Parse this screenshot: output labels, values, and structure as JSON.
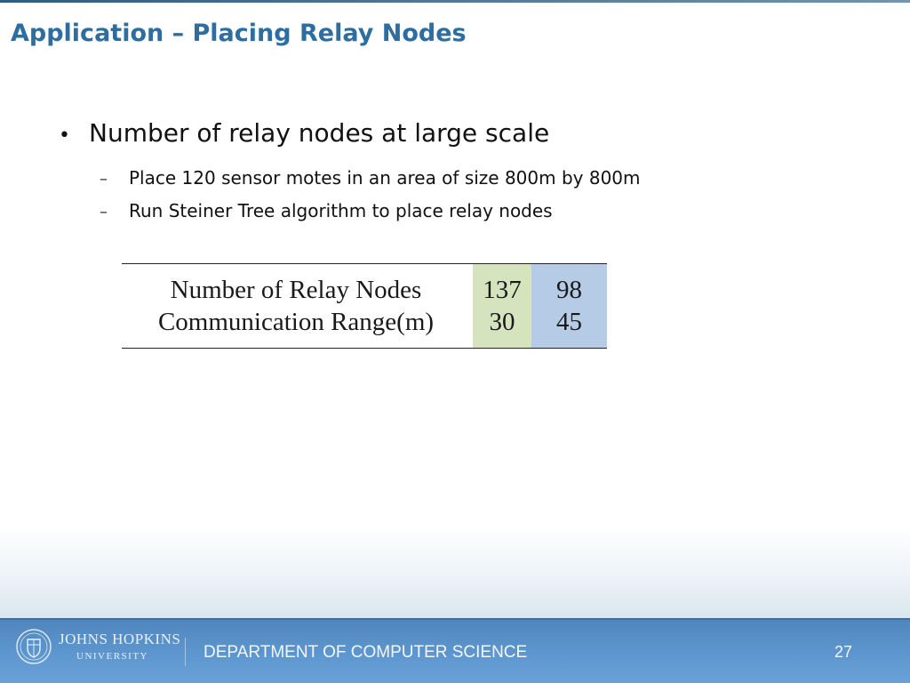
{
  "slide": {
    "title": "Application – Placing Relay Nodes",
    "bullets": [
      {
        "marker": "•",
        "text": "Number of relay nodes at large scale",
        "sub": [
          {
            "marker": "–",
            "text": "Place 120 sensor motes in an area of size 800m by 800m"
          },
          {
            "marker": "–",
            "text": "Run Steiner Tree algorithm to place relay nodes"
          }
        ]
      }
    ]
  },
  "table": {
    "rows": [
      {
        "label": "Number of Relay Nodes",
        "values": [
          "137",
          "98"
        ]
      },
      {
        "label": "Communication Range(m)",
        "values": [
          "30",
          "45"
        ]
      }
    ],
    "column_colors": [
      "#d6e3bf",
      "#b6cbe6"
    ]
  },
  "footer": {
    "university_name": "JOHNS HOPKINS",
    "university_sub": "UNIVERSITY",
    "department": "DEPARTMENT OF COMPUTER SCIENCE",
    "page_number": "27"
  },
  "colors": {
    "title": "#2d6da0",
    "footer_bar": "#5e97cf"
  }
}
